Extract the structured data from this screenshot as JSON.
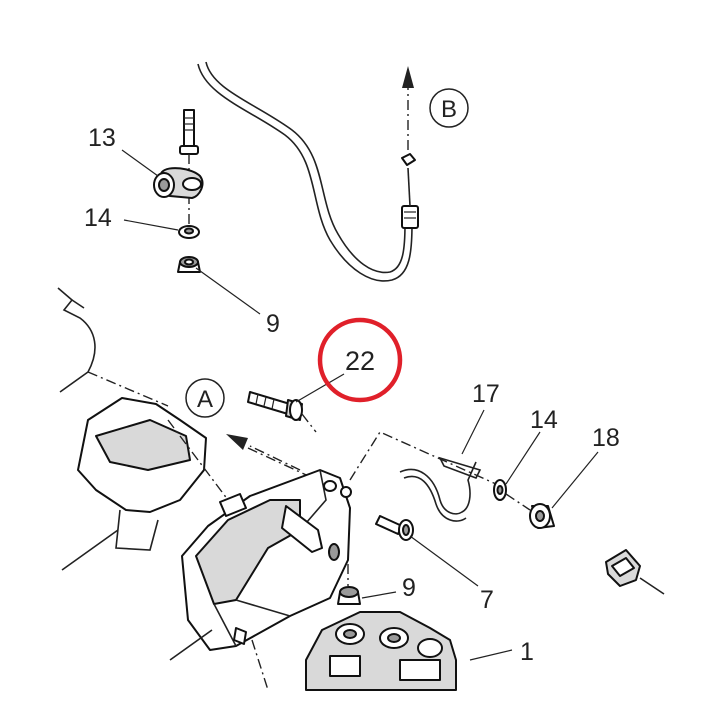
{
  "diagram": {
    "labels": {
      "part_13": "13",
      "part_14_top": "14",
      "part_9_top": "9",
      "part_22": "22",
      "part_17": "17",
      "part_14_right": "14",
      "part_18": "18",
      "part_9_bottom": "9",
      "part_7": "7",
      "part_1": "1"
    },
    "callouts": {
      "a": "A",
      "b": "B"
    },
    "highlight": {
      "part": "22",
      "color": "#e0202a"
    }
  }
}
